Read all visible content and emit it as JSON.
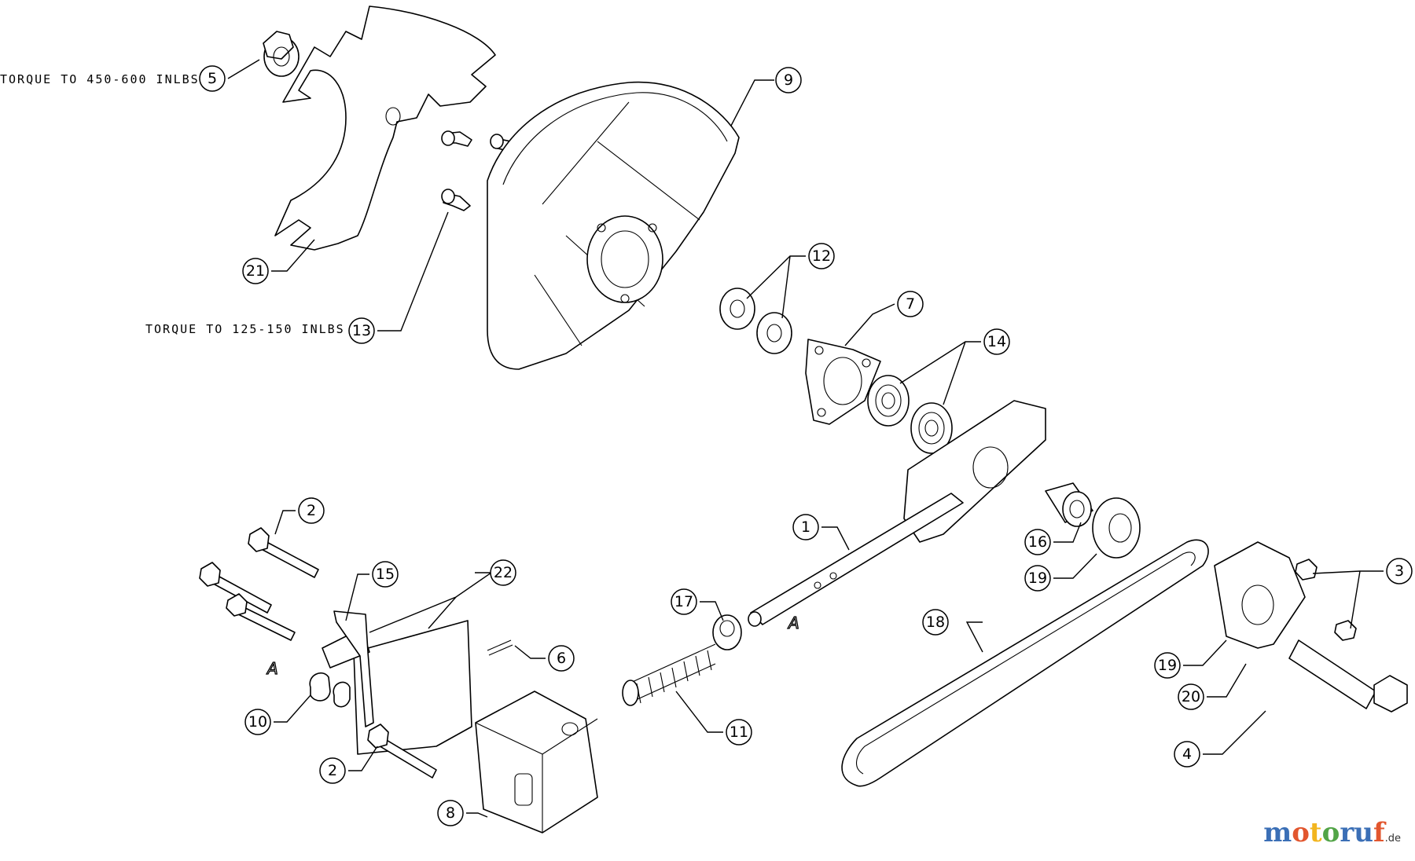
{
  "notes": {
    "torque_a": "TORQUE TO 450-600 INLBS",
    "torque_b": "TORQUE TO 125-150 INLBS"
  },
  "view_marker": "A",
  "callouts": {
    "c1": "1",
    "c2a": "2",
    "c2b": "2",
    "c3": "3",
    "c4": "4",
    "c5": "5",
    "c6": "6",
    "c7": "7",
    "c8": "8",
    "c9": "9",
    "c10": "10",
    "c11": "11",
    "c12": "12",
    "c13": "13",
    "c14": "14",
    "c15": "15",
    "c16": "16",
    "c17": "17",
    "c18": "18",
    "c19a": "19",
    "c19b": "19",
    "c20": "20",
    "c21": "21",
    "c22": "22"
  },
  "watermark": {
    "main": "motoruf",
    "suffix": ".de"
  }
}
